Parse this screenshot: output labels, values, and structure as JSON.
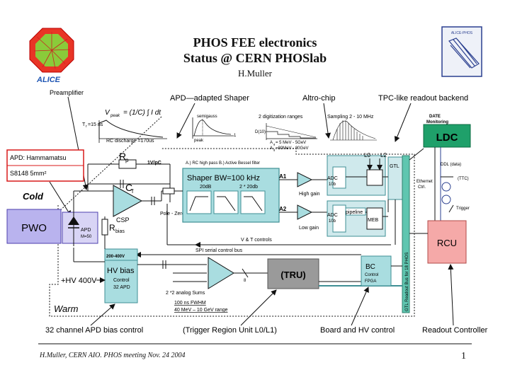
{
  "slide": {
    "title_line1": "PHOS FEE electronics",
    "title_line2": "Status @ CERN PHOSlab",
    "author": "H.Muller",
    "footer": "H.Muller, CERN AIO.   PHOS meeting  Nov. 24 2004",
    "page_number": "1",
    "logos": {
      "left": "ALICE",
      "right": "ALICE-PHOS"
    }
  },
  "section_labels": {
    "preamplifier": "Preamplifier",
    "apd_shaper": "APD—adapted Shaper",
    "altro_chip": "Altro-chip",
    "tpc_backend": "TPC-like readout backend",
    "date_monitoring_1": "DATE",
    "date_monitoring_2": "Monitoring"
  },
  "bottom_labels": {
    "apd_bias_control": "32 channel APD  bias control",
    "trigger_region_unit": "(Trigger Region Unit L0/L1)",
    "board_hv_control": "Board and HV control",
    "readout_controller": "Readout Controller"
  },
  "preamp_block": {
    "formula_lhs": "V",
    "formula_sub": "peak",
    "formula_rhs": "= (1/C) ∫ I dt",
    "tr": "T",
    "tr_sub": "r",
    "tr_val": "=15 ns",
    "rc_discharge": "RC discharge =170us",
    "rp": "R",
    "rp_sub": "p",
    "cf": "C",
    "cf_sub": "f",
    "vpc": "1V/pC",
    "csp": "CSP",
    "pole_zero": "Pole - Zero",
    "rbias": "R",
    "rbias_sub": "bias"
  },
  "apd_box": {
    "line1": "APD: Hammamatsu",
    "line2": "S8148 5mm²"
  },
  "cold_label": "Cold",
  "warm_label": "Warm",
  "pwo_label": "PWO",
  "apd_small": {
    "line1": "APD",
    "line2": "M=50"
  },
  "shaper_block": {
    "semigauss": "semigauss",
    "peak": "peak",
    "one": "1",
    "filter_desc": "A.) RC high pass   B.) Active Bessel filter",
    "title": "Shaper BW=100 kHz",
    "db20": "20dB",
    "db2x20": "2 * 20db"
  },
  "digitization": {
    "ranges": "2  digitization ranges",
    "d10": "D(10)",
    "ag5": "A",
    "ag5_sub": "g",
    "ag5_val": "= 5 MeV - 5GeV",
    "ag80": "A",
    "ag80_sub": "g",
    "ag80_val": "=80MeV - 80GeV",
    "sampling": "Sampling 2 - 10 MHz"
  },
  "gains": {
    "a1": "A1",
    "a2": "A2",
    "high_gain": "High gain",
    "low_gain": "Low gain"
  },
  "altro": {
    "adc1": "ADC",
    "adc1_bits": "10b",
    "adc2": "ADC",
    "adc2_bits": "10b",
    "pipeline": "pipeline",
    "meb": "MEB",
    "l0": "L0",
    "l2": "L2",
    "gtl": "GTL"
  },
  "buses": {
    "vt_controls": "V & T controls",
    "spi_bus": "SPI serial  control bus",
    "readout_bus": "GTL Readout Bus for 18 PHOS"
  },
  "hv_bias": {
    "range": "200-400V",
    "title1": "HV bias",
    "sub1": "Control",
    "sub2": "32 APD",
    "hv_input": "+HV 400V"
  },
  "analog_sums": {
    "label": "2 *2   analog Sums",
    "line1": "100 ns FWHM",
    "line2": "40 MeV – 10 GeV range",
    "bus_width": "8"
  },
  "tru": {
    "label": "(TRU)"
  },
  "bc": {
    "title": "BC",
    "sub1": "Control",
    "sub2": "FPGA"
  },
  "backend": {
    "ldc": "LDC",
    "ddl": "DDL (data)",
    "ttc": "(TTC)",
    "trigger": "Trigger",
    "ethernet1": "Ethernet",
    "ethernet2": "Ctrl.",
    "rcu": "RCU"
  },
  "colors": {
    "shaper_fill": "#a9dde0",
    "teal_dark": "#3f8f94",
    "pwo_fill": "#b9b3ee",
    "ldc_fill": "#1fa06a",
    "rcu_fill": "#f5a9a8",
    "tru_fill": "#9a9a9a",
    "hv_fill": "#a9dde0",
    "gtl_fill": "#5fc6b0",
    "red": "#d91a1a"
  }
}
